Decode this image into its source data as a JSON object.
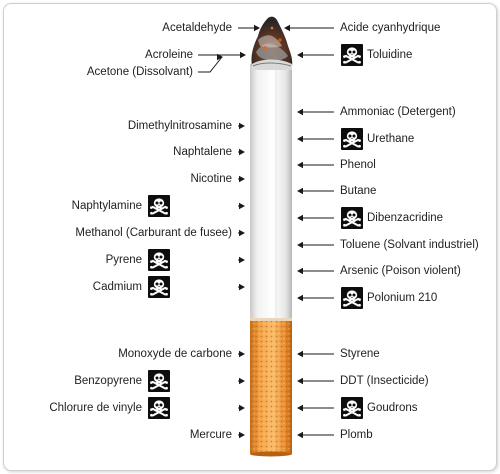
{
  "colors": {
    "text": "#222222",
    "filter": "#f09a3a",
    "paper": "#f4f4f4",
    "ash": "#555555",
    "skull_bg": "#0d0d0d"
  },
  "icon": "skull-crossbones-icon",
  "left_labels": [
    {
      "text": "Acetaldehyde",
      "toxic": false
    },
    {
      "text": "Acroleine",
      "toxic": false
    },
    {
      "text": "Acetone (Dissolvant)",
      "toxic": false
    },
    {
      "text": "Dimethylnitrosamine",
      "toxic": false
    },
    {
      "text": "Naphtalene",
      "toxic": false
    },
    {
      "text": "Nicotine",
      "toxic": false
    },
    {
      "text": "Naphtylamine",
      "toxic": true
    },
    {
      "text": "Methanol (Carburant de fusee)",
      "toxic": false
    },
    {
      "text": "Pyrene",
      "toxic": true
    },
    {
      "text": "Cadmium",
      "toxic": true
    },
    {
      "text": "Monoxyde de carbone",
      "toxic": false
    },
    {
      "text": "Benzopyrene",
      "toxic": true
    },
    {
      "text": "Chlorure de vinyle",
      "toxic": true
    },
    {
      "text": "Mercure",
      "toxic": false
    }
  ],
  "right_labels": [
    {
      "text": "Acide cyanhydrique",
      "toxic": false
    },
    {
      "text": "Toluidine",
      "toxic": true
    },
    {
      "text": "Ammoniac (Detergent)",
      "toxic": false
    },
    {
      "text": "Urethane",
      "toxic": true
    },
    {
      "text": "Phenol",
      "toxic": false
    },
    {
      "text": "Butane",
      "toxic": false
    },
    {
      "text": "Dibenzacridine",
      "toxic": true
    },
    {
      "text": "Toluene (Solvant industriel)",
      "toxic": false
    },
    {
      "text": "Arsenic (Poison violent)",
      "toxic": false
    },
    {
      "text": "Polonium 210",
      "toxic": true
    },
    {
      "text": "Styrene",
      "toxic": false
    },
    {
      "text": "DDT (Insecticide)",
      "toxic": false
    },
    {
      "text": "Goudrons",
      "toxic": true
    },
    {
      "text": "Plomb",
      "toxic": false
    }
  ]
}
